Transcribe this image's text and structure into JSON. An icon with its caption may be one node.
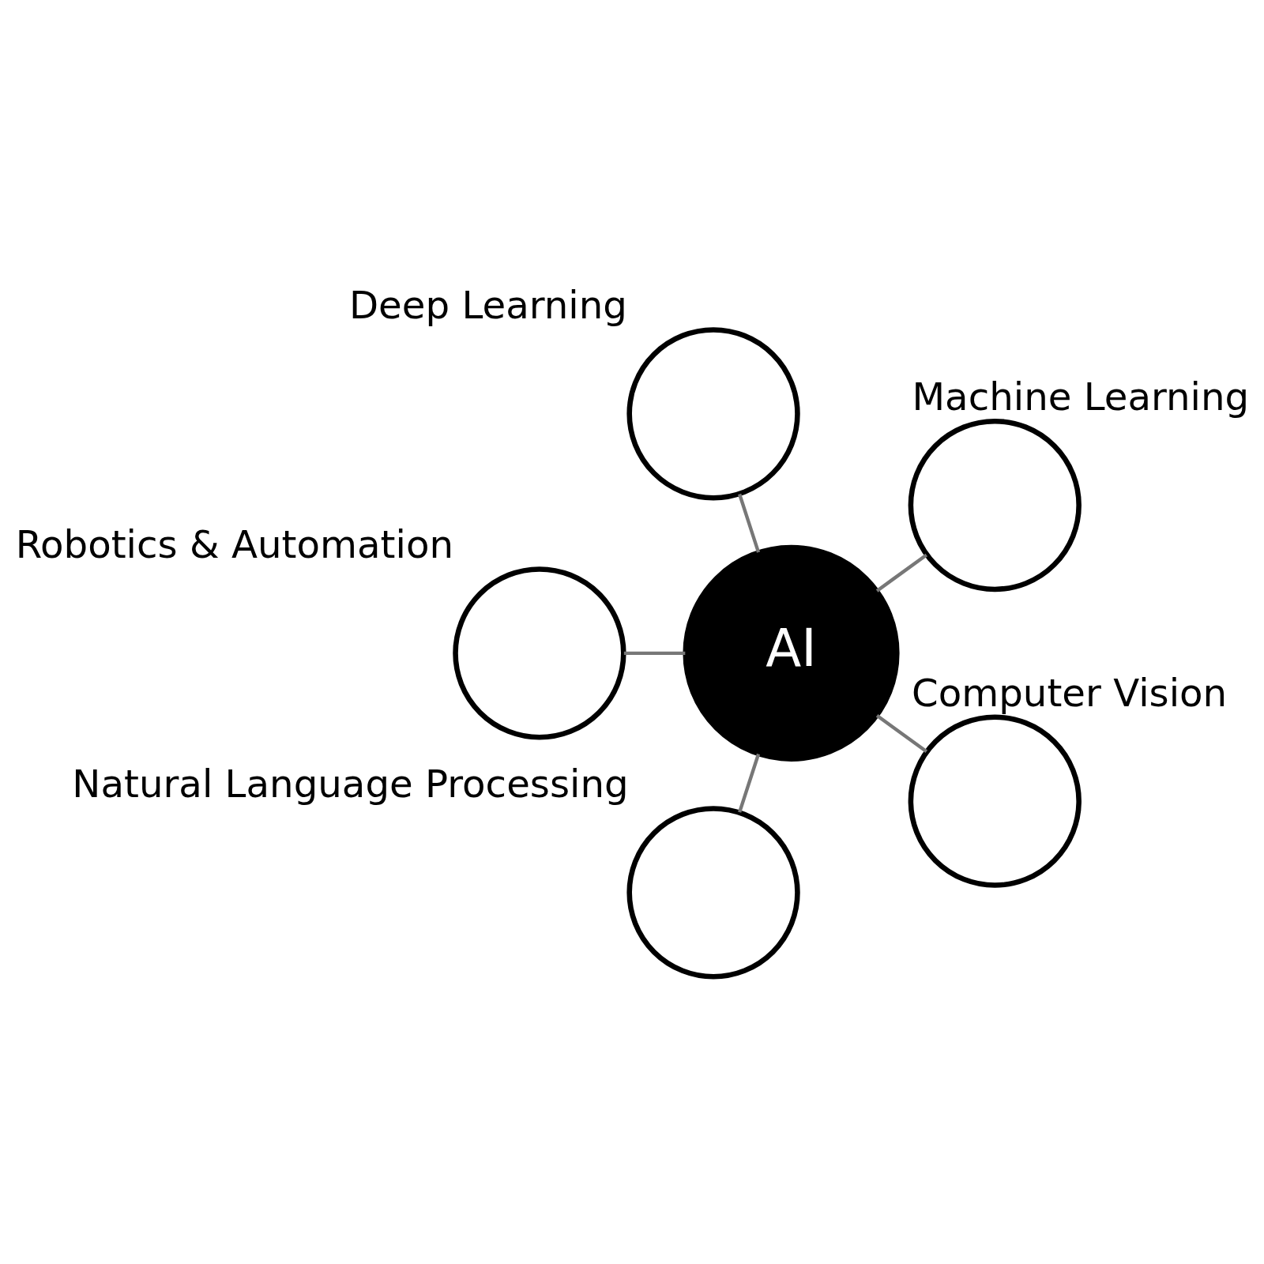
{
  "diagram": {
    "nodes": [
      {
        "text": [],
        "shape": "circle",
        "beside": [
          "Machine Learning"
        ]
      },
      {
        "text": [],
        "shape": "circle",
        "beside": [
          "Deep Learning"
        ]
      },
      {
        "text": [],
        "shape": "circle",
        "beside": [
          "Robotics & Automation"
        ]
      },
      {
        "text": [
          "AI"
        ]
      },
      {
        "text": [],
        "shape": "circle",
        "beside": [
          "Natural Language Processing"
        ]
      },
      {
        "text": [],
        "shape": "circle",
        "beside": [
          "Computer Vision"
        ]
      }
    ],
    "edges": [
      {
        "from": 3,
        "to": 0,
        "arrow": "none"
      },
      {
        "from": 3,
        "to": 2,
        "arrow": "none"
      },
      {
        "from": 3,
        "to": 5,
        "arrow": "none"
      },
      {
        "from": 3,
        "to": 4,
        "arrow": "none"
      },
      {
        "from": 3,
        "to": 1,
        "arrow": "none"
      }
    ]
  }
}
